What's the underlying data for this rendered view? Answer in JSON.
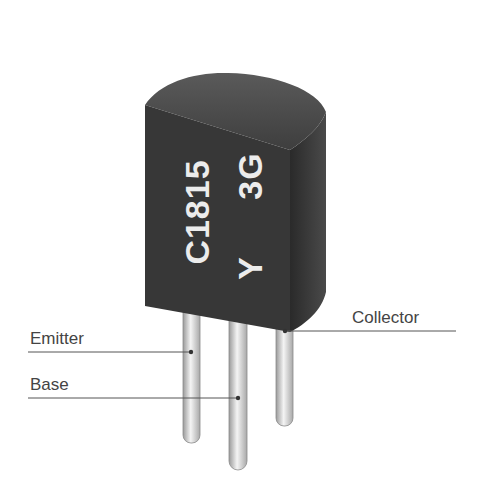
{
  "diagram": {
    "labels": [
      "C1815",
      "Y",
      "3G",
      "Emitter",
      "Base",
      "Collector"
    ]
  }
}
